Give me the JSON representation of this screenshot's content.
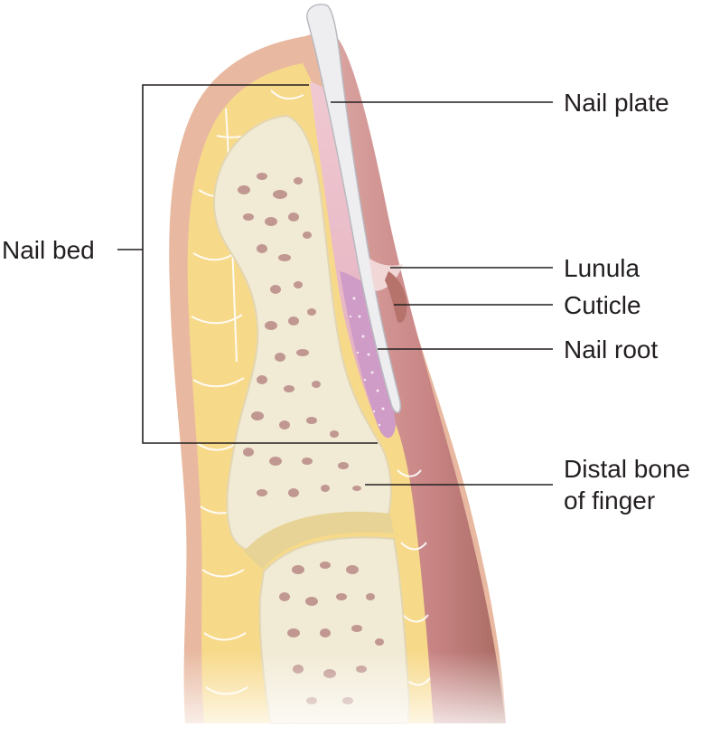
{
  "labels": {
    "nail_plate": "Nail plate",
    "nail_bed": "Nail bed",
    "lunula": "Lunula",
    "cuticle": "Cuticle",
    "nail_root": "Nail root",
    "distal_bone_line1": "Distal bone",
    "distal_bone_line2": "of finger"
  },
  "colors": {
    "skin": "#e8b9a0",
    "skin_dark": "#c98f7d",
    "fat": "#f7d98a",
    "fat_light": "#fbe6a6",
    "bone": "#f1ead4",
    "marrow": "#b98a86",
    "nail": "#eeeef0",
    "nail_bed_pink": "#e7b6c4",
    "nail_root": "#cf9cc7",
    "flesh_tip": "#c98484",
    "line": "#231f20"
  }
}
